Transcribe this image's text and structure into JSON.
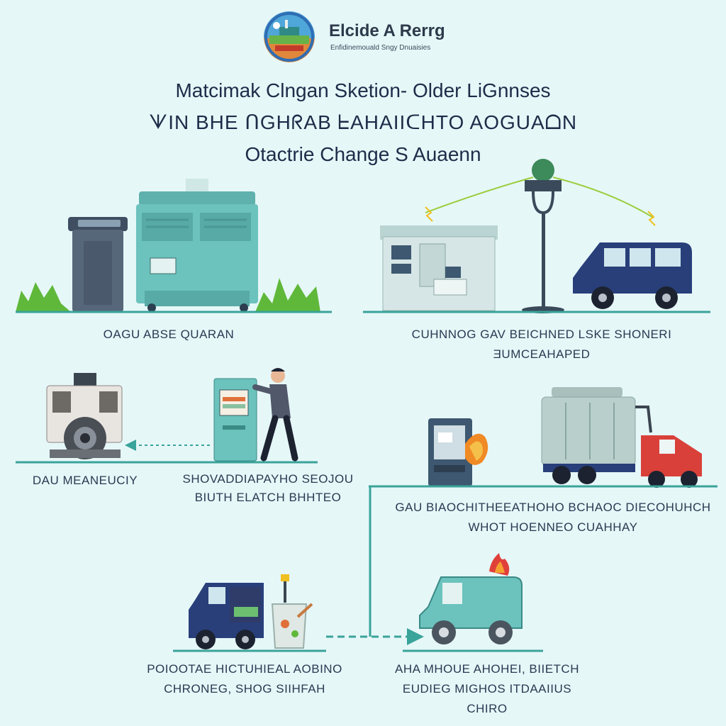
{
  "header": {
    "brand_name": "Elcide A Rerrg",
    "brand_tagline": "Enfidinemouald Sngy Dnuaisies"
  },
  "title": {
    "line1": "Matcimak Clngan Sketion- Older LiGnnses",
    "line2": "ᗐIN BHE ᑎGHᖇAB ᖶAHAIIᑕHTO AOGUAᗝN",
    "line3": "Otactrie Change S Auaenn"
  },
  "panels": {
    "p1": {
      "caption": "OAGU ABSE QUARAN"
    },
    "p2": {
      "caption_line1": "CUHNNOG GAV BEICHNED LSKE SHONERI",
      "caption_line2": "ƎUMCEAHAPED"
    },
    "p3": {
      "caption": "DAU MEANEUCIY"
    },
    "p4": {
      "caption_line1": "SHOVADDIAPAYHO SEOJOU",
      "caption_line2": "BIUTH ELATCH BHHTEO"
    },
    "p5": {
      "caption_line1": "GAU BIAOCHITHEEATHOHO BCHAOC DIECOHUHCH",
      "caption_line2": "WHOT HOENNEO CUAHHAY"
    },
    "p6": {
      "caption_line1": "POIOOTAE HICTUHIEAL AOBINO",
      "caption_line2": "CHRONEG, SHOG SIIHFAH"
    },
    "p7": {
      "caption_line1": "AHA MHOUE AHOHEI, BIIETCH",
      "caption_line2": "EUDIEG MIGHOS ITDAAIIUS",
      "caption_line3": "CHIRO"
    }
  },
  "colors": {
    "background": "#e6f7f8",
    "teal": "#6cc2bd",
    "navy": "#283f7a",
    "ground_line": "#3aa39a",
    "grass": "#5fb83a",
    "truck_red": "#d9403a",
    "fire": "#f08a24"
  }
}
